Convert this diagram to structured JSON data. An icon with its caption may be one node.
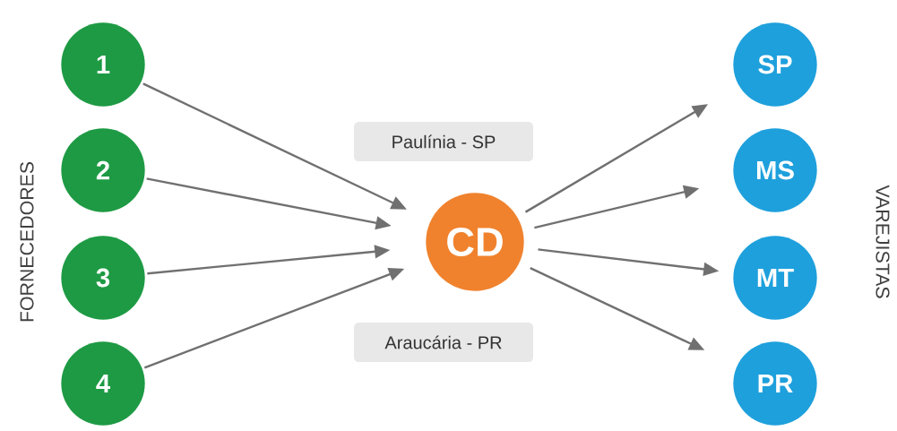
{
  "diagram": {
    "nodes": [
      {
        "text": [
          "1"
        ]
      },
      {
        "text": [
          "2"
        ]
      },
      {
        "text": [
          "3"
        ]
      },
      {
        "text": [
          "4"
        ]
      },
      {
        "text": [
          "Paulínia - SP"
        ]
      },
      {
        "text": [
          "CD"
        ]
      },
      {
        "text": [
          "Araucária - PR"
        ]
      },
      {
        "text": [
          "SP"
        ]
      },
      {
        "text": [
          "MS"
        ]
      },
      {
        "text": [
          "MT"
        ]
      },
      {
        "text": [
          "PR"
        ]
      }
    ],
    "edges": [
      {
        "from": 0,
        "to": 5,
        "arrow": "to"
      },
      {
        "from": 1,
        "to": 5,
        "arrow": "to"
      },
      {
        "from": 2,
        "to": 5,
        "arrow": "to"
      },
      {
        "from": 3,
        "to": 5,
        "arrow": "to"
      },
      {
        "from": 5,
        "to": 7,
        "arrow": "to"
      },
      {
        "from": 5,
        "to": 8,
        "arrow": "to"
      },
      {
        "from": 5,
        "to": 9,
        "arrow": "to"
      },
      {
        "from": 5,
        "to": 10,
        "arrow": "to"
      }
    ],
    "labels": [
      "FORNECEDORES",
      "VAREJISTAS"
    ]
  }
}
